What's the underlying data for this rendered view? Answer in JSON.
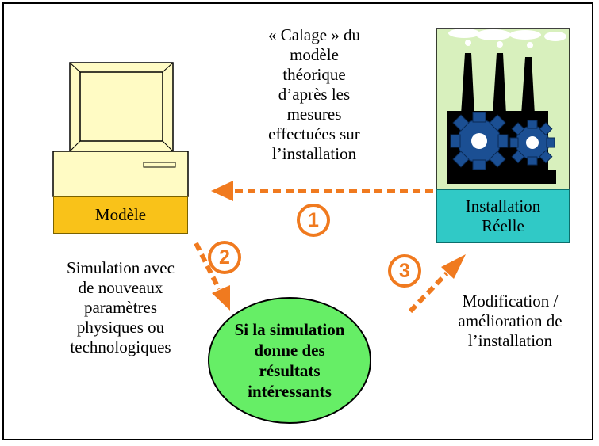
{
  "calage_text": [
    "« Calage » du",
    "modèle",
    "théorique",
    "d’après les",
    "mesures",
    "effectuées sur",
    "l’installation"
  ],
  "model": {
    "label": "Modèle"
  },
  "installation": {
    "label_lines": [
      "Installation",
      "Réelle"
    ]
  },
  "steps": [
    "1",
    "2",
    "3"
  ],
  "simulation_text": [
    "Simulation avec",
    "de nouveaux",
    "paramètres",
    "physiques ou",
    "technologiques"
  ],
  "result_text": [
    "Si la simulation",
    "donne des",
    "résultats",
    "intéressants"
  ],
  "modification_text": [
    "Modification /",
    "amélioration de",
    "l’installation"
  ],
  "icons": {
    "computer": "computer-icon",
    "factory": "factory-icon",
    "gears": "gear-icon"
  },
  "colors": {
    "arrow": "#f07a1f",
    "model": "#f9c219",
    "installation": "#30c9c6",
    "result": "#66ee66",
    "factory_bg": "#d8f0bd"
  }
}
